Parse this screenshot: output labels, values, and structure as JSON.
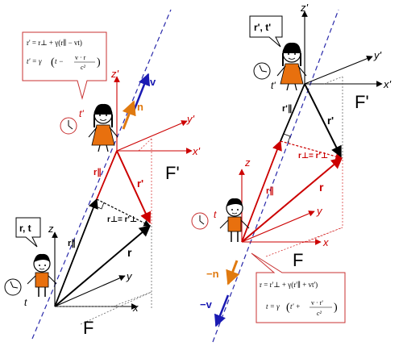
{
  "left_panel": {
    "frame_F": "F",
    "frame_F_prime": "F'",
    "axes_F": {
      "x": "x",
      "y": "y",
      "z": "z"
    },
    "axes_F_prime": {
      "x": "x'",
      "y": "y'",
      "z": "z'"
    },
    "vectors": {
      "r": "r",
      "r_prime": "r'",
      "r_parallel": "r∥",
      "r_perp_eq": "r⊥= r'⊥"
    },
    "velocity": "v",
    "unit_n": "n",
    "person_F_label": "r, t",
    "clock_F_label": "t",
    "clock_F_prime_label": "t'",
    "equation_box": {
      "line1": "r' = r⊥ + γ(r∥ − vt)",
      "line2_lhs": "t' = γ",
      "line2_paren_open": "(",
      "line2_t": "t −",
      "line2_num": "v · r",
      "line2_den": "c²",
      "line2_paren_close": ")"
    }
  },
  "right_panel": {
    "frame_F": "F",
    "frame_F_prime": "F'",
    "axes_F": {
      "x": "x",
      "y": "y",
      "z": "z"
    },
    "axes_F_prime": {
      "x": "x'",
      "y": "y'",
      "z": "z'"
    },
    "vectors": {
      "r": "r",
      "r_prime": "r'",
      "r_parallel": "r∥",
      "r_parallel_prime": "r'∥",
      "r_perp_eq": "r⊥= r'⊥"
    },
    "neg_velocity": "−v",
    "neg_unit_n": "−n",
    "person_F_prime_label": "r', t'",
    "clock_F_label": "t",
    "clock_F_prime_label": "t'",
    "equation_box": {
      "line1": "r = r'⊥ + γ(r'∥ + vt')",
      "line2_lhs": "t = γ",
      "line2_paren_open": "(",
      "line2_t": "t' +",
      "line2_num": "v · r'",
      "line2_den": "c²",
      "line2_paren_close": ")"
    }
  },
  "colors": {
    "frame_F": "#000000",
    "frame_F_prime": "#cc0000",
    "velocity": "#1a1ab3",
    "unit_vector": "#e07a10",
    "dashed_line": "#2a2aaa",
    "box_border": "#c83030",
    "person_body": "#e8700e"
  }
}
